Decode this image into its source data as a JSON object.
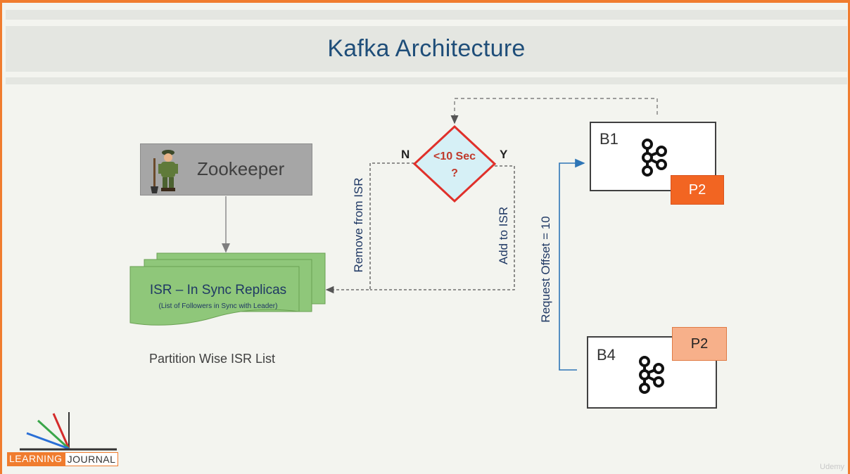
{
  "title": "Kafka Architecture",
  "zookeeper": {
    "label": "Zookeeper"
  },
  "isr": {
    "title": "ISR – In Sync Replicas",
    "subtitle": "(List of Followers in Sync with Leader)",
    "caption": "Partition Wise ISR List"
  },
  "decision": {
    "line1": "<10 Sec",
    "line2": "?",
    "no": "N",
    "yes": "Y",
    "no_action": "Remove from ISR",
    "yes_action": "Add to ISR"
  },
  "request": {
    "label": "Request Offset = 10"
  },
  "brokers": [
    {
      "name": "B1",
      "partition": "P2"
    },
    {
      "name": "B4",
      "partition": "P2"
    }
  ],
  "logo": {
    "part1": "LEARNING",
    "part2": "JOURNAL"
  },
  "watermark": "Udemy",
  "colors": {
    "title": "#1f4e79",
    "decision_fill": "#d6f0f6",
    "decision_border": "#e0302a",
    "decision_text": "#c0392b",
    "p2_leader": "#f26522",
    "p2_follower": "#f7b08a",
    "isr_fill": "#8fc77a"
  },
  "icons": [
    "shield-person-icon",
    "kafka-icon",
    "logo-icon"
  ]
}
